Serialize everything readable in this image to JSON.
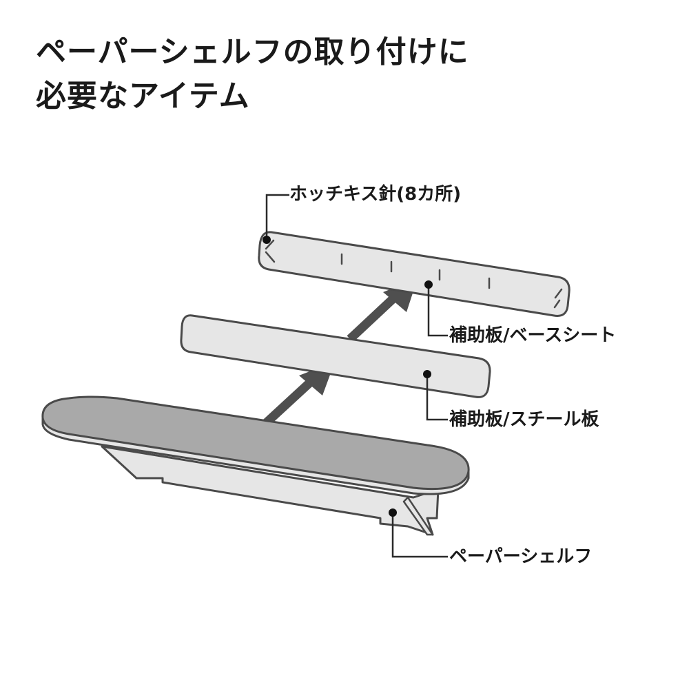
{
  "title": {
    "line1": "ペーパーシェルフの取り付けに",
    "line2": "必要なアイテム"
  },
  "callouts": {
    "staples": "ホッチキス針(8カ所)",
    "base_sheet": "補助板/ベースシート",
    "steel_plate": "補助板/スチール板",
    "paper_shelf": "ペーパーシェルフ"
  },
  "colors": {
    "outline": "#4a4a4a",
    "board_fill": "#e6e6e6",
    "shelf_top": "#a9a9a9",
    "arrow": "#4f4f4f"
  }
}
